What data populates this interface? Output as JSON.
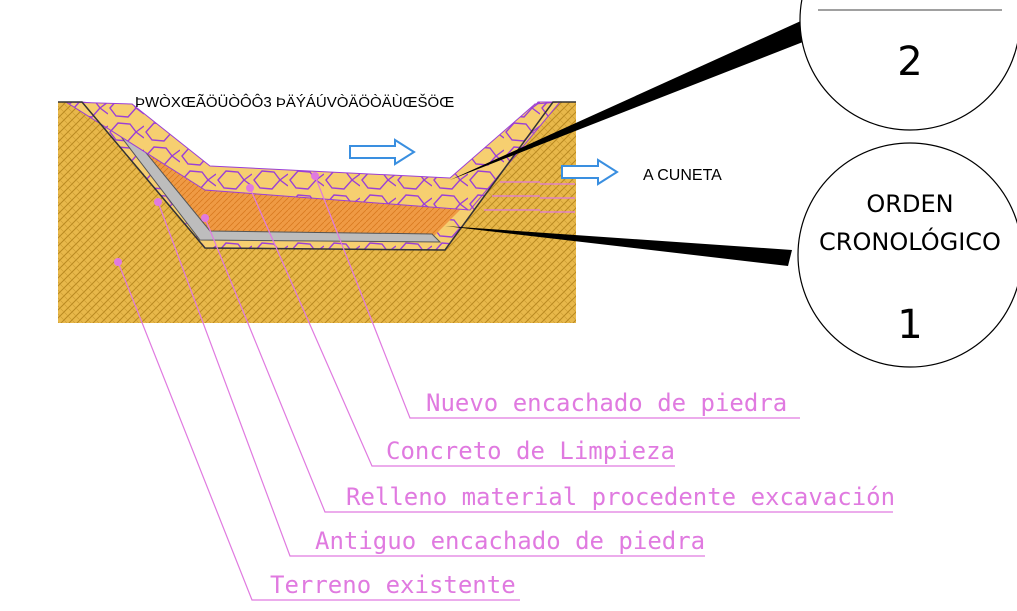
{
  "header_text": "ÞWÒXŒÃÖÜÒÔÔ3 ÞÄÝÁÚVÒÄÖÒÄÙŒŠÖŒ",
  "flow_label": "A CUNETA",
  "circle_top": {
    "number": "2"
  },
  "circle_bottom": {
    "title_line1": "ORDEN",
    "title_line2": "CRONOLÓGICO",
    "number": "1"
  },
  "labels": [
    "Nuevo encachado de piedra",
    "Concreto de Limpieza",
    "Relleno material procedente excavación",
    "Antiguo encachado de piedra",
    "Terreno existente"
  ],
  "colors": {
    "ground": "#e8b84a",
    "ground_hatch": "#b98920",
    "stone_fill": "#f6cf70",
    "stone_outline": "#9b3fd6",
    "fill_material": "#ef9a44",
    "concrete": "#bdbdbd",
    "leader": "#e07ae0",
    "arrow": "#3a8fe0"
  }
}
